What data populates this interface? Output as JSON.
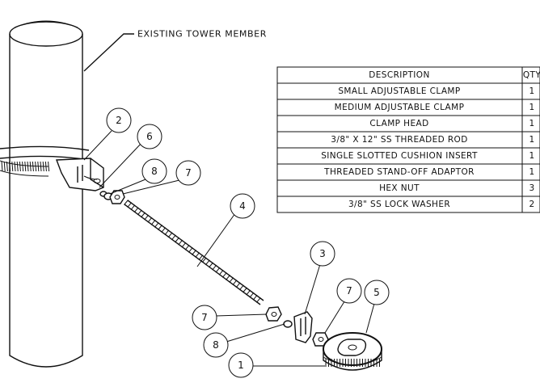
{
  "callout_label": "EXISTING TOWER MEMBER",
  "parts_table": {
    "headers": [
      "DESCRIPTION",
      "QTY"
    ],
    "rows": [
      [
        "SMALL ADJUSTABLE CLAMP",
        "1"
      ],
      [
        "MEDIUM ADJUSTABLE CLAMP",
        "1"
      ],
      [
        "CLAMP HEAD",
        "1"
      ],
      [
        "3/8\" X 12\" SS THREADED ROD",
        "1"
      ],
      [
        "SINGLE SLOTTED CUSHION INSERT",
        "1"
      ],
      [
        "THREADED STAND-OFF ADAPTOR",
        "1"
      ],
      [
        "HEX NUT",
        "3"
      ],
      [
        "3/8\" SS LOCK WASHER",
        "2"
      ]
    ]
  },
  "balloons": [
    "2",
    "6",
    "8",
    "7",
    "4",
    "3",
    "7",
    "5",
    "7",
    "8",
    "1"
  ]
}
